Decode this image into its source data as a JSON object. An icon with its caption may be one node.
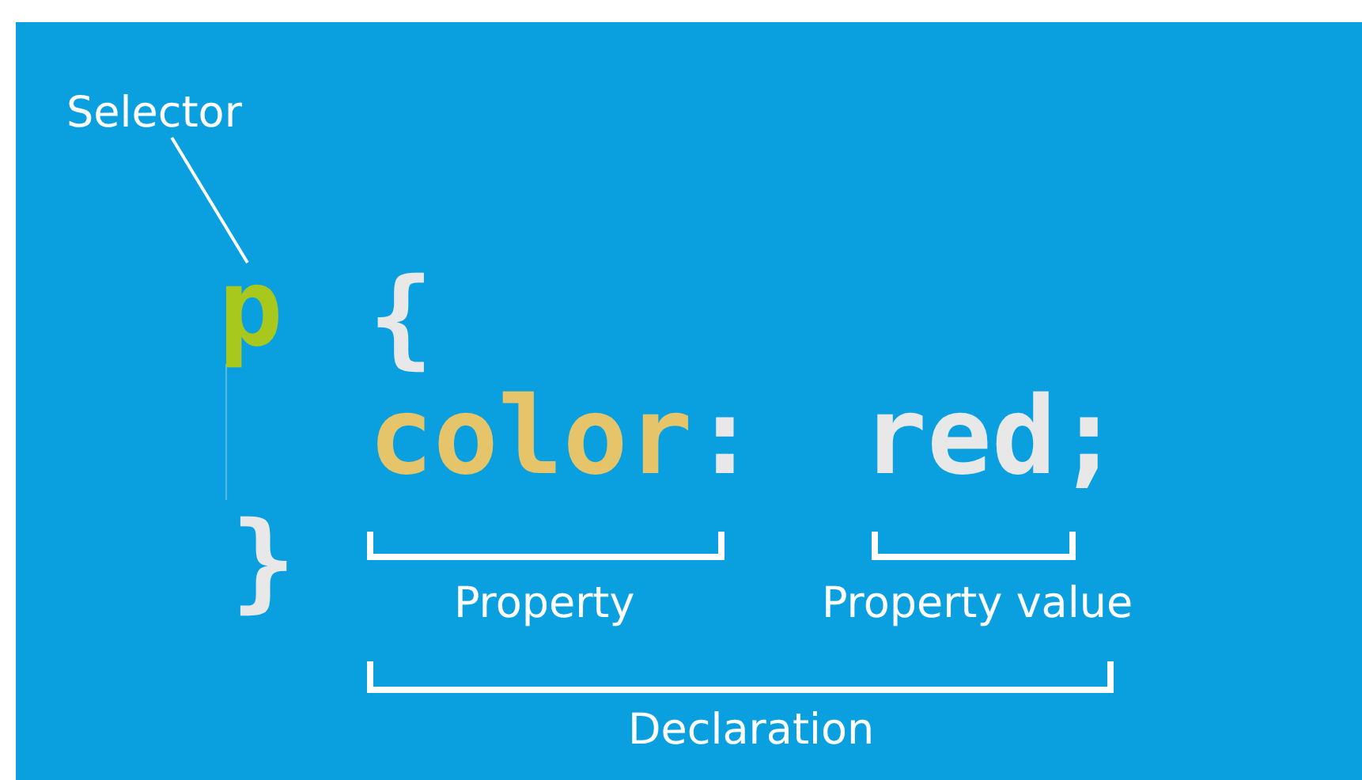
{
  "diagram": {
    "nodes": [
      {
        "text": [
          "Selector"
        ]
      },
      {
        "text": [
          "p"
        ]
      }
    ],
    "edges": [
      {
        "from": 0,
        "to": 1,
        "arrow": "none"
      }
    ],
    "labels": [
      "{",
      "color:",
      "red;",
      "}",
      "Property",
      "Property value",
      "Declaration"
    ]
  }
}
